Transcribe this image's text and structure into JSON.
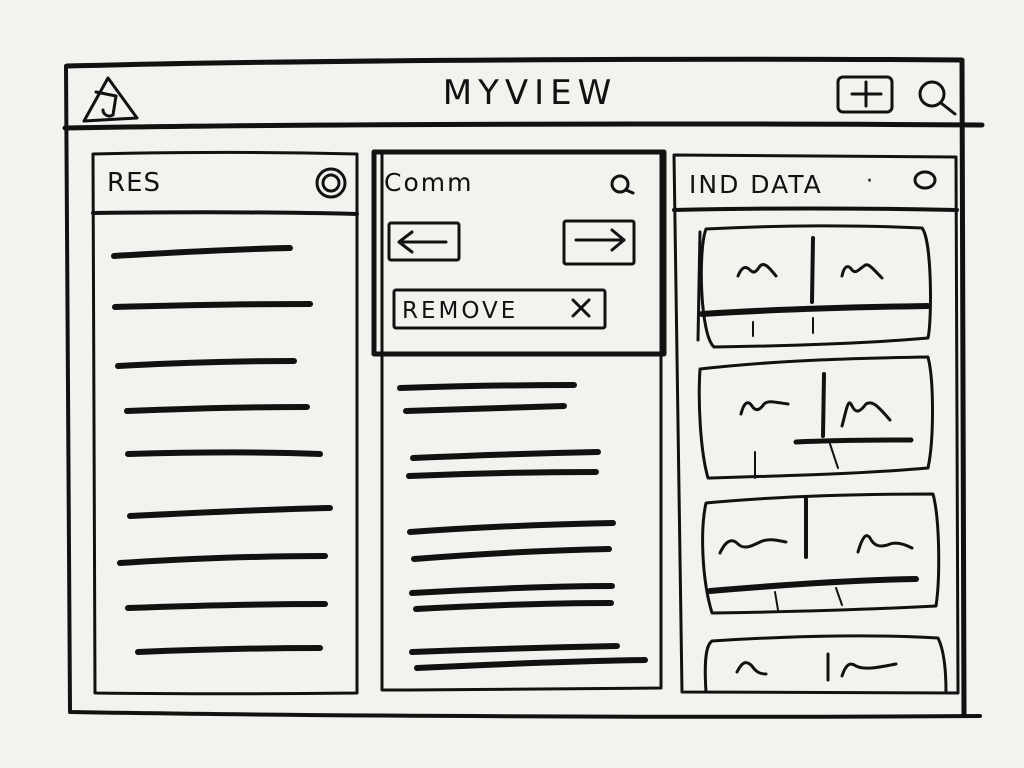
{
  "app": {
    "title": "MYVIEW"
  },
  "header": {
    "logo_icon": "triangle-logo-icon",
    "add_icon": "plus-icon",
    "search_icon": "search-icon"
  },
  "columns": {
    "res": {
      "title": "RES",
      "icon": "settings-icon",
      "row_count": 9
    },
    "comm": {
      "title": "Comm",
      "icon": "settings-icon",
      "prev_icon": "arrow-left-icon",
      "next_icon": "arrow-right-icon",
      "remove_label": "REMOVE",
      "remove_icon": "close-icon",
      "item_count": 5
    },
    "ind_data": {
      "title": "IND DATA",
      "title_suffix": "·",
      "icon": "settings-icon",
      "card_count": 4
    }
  },
  "colors": {
    "ink": "#111111",
    "paper": "#f3f2ee"
  }
}
